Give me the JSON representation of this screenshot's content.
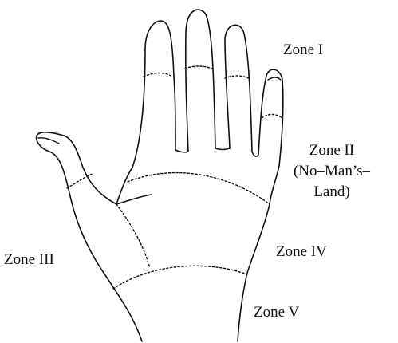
{
  "labels": {
    "zone1": "Zone  I",
    "zone2_line1": "Zone  II",
    "zone2_line2": "(No–Man’s–",
    "zone2_line3": "Land)",
    "zone3": "Zone III",
    "zone4": "Zone  IV",
    "zone5": "Zone  V"
  },
  "colors": {
    "line": "#111111",
    "background": "#ffffff"
  }
}
